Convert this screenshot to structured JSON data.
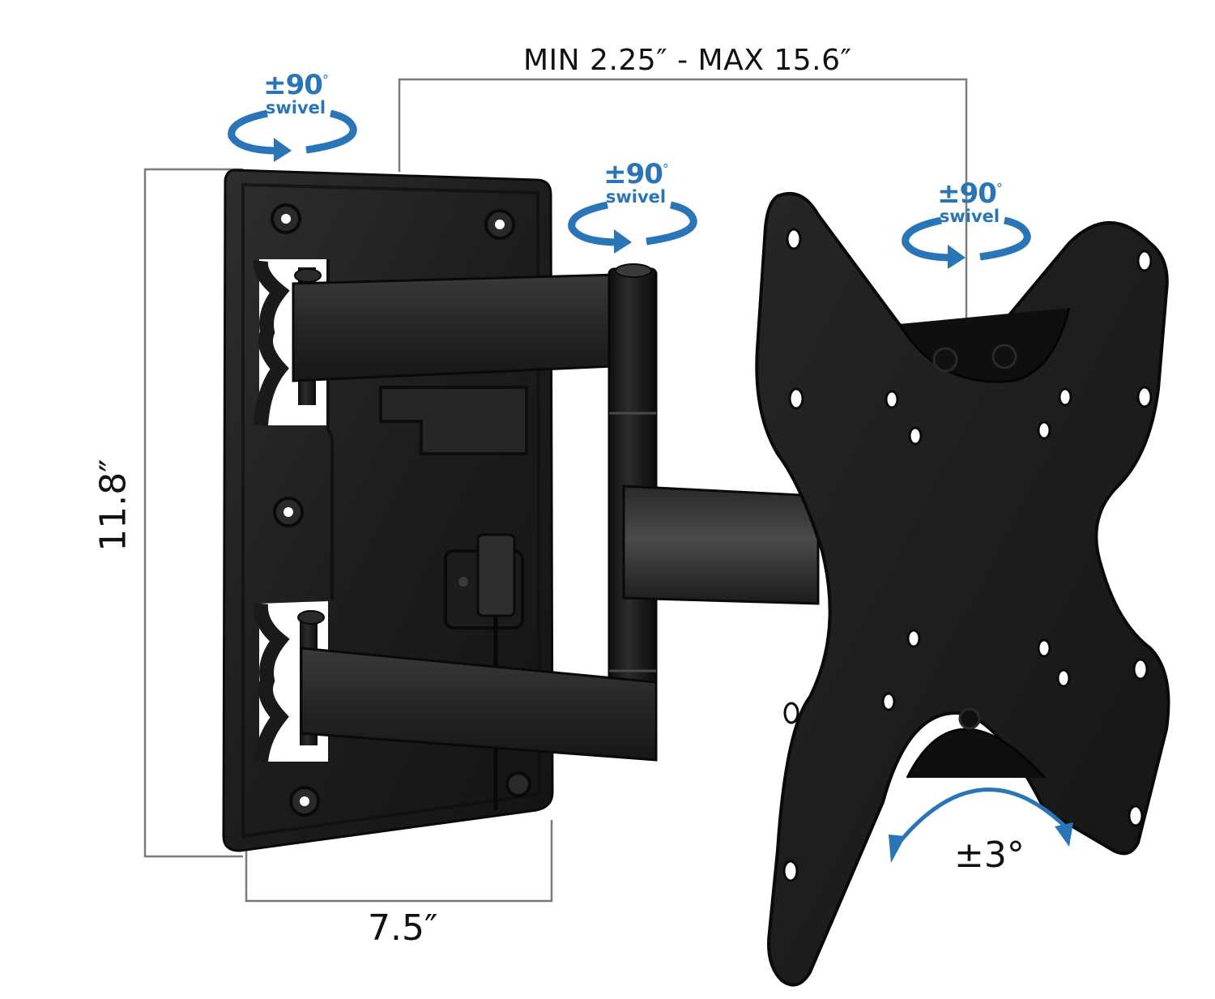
{
  "product": "Full-motion TV wall mount",
  "colors": {
    "annotation_blue": "#2a74b8",
    "dimension_line": "#7a7a7a",
    "mount_black": "#1c1c1c",
    "text_black": "#111111",
    "background": "#ffffff"
  },
  "dimensions": {
    "extension": "MIN 2.25″ - MAX 15.6″",
    "height": "11.8″",
    "width": "7.5″"
  },
  "swivel_annotations": [
    {
      "angle": "±90",
      "degree_symbol": "°",
      "label": "swivel",
      "location": "wall-plate pivot"
    },
    {
      "angle": "±90",
      "degree_symbol": "°",
      "label": "swivel",
      "location": "arm elbow pivot"
    },
    {
      "angle": "±90",
      "degree_symbol": "°",
      "label": "swivel",
      "location": "VESA head pivot"
    }
  ],
  "tilt_annotation": {
    "label": "±3°",
    "icon": "double-arrow-arc-icon"
  }
}
